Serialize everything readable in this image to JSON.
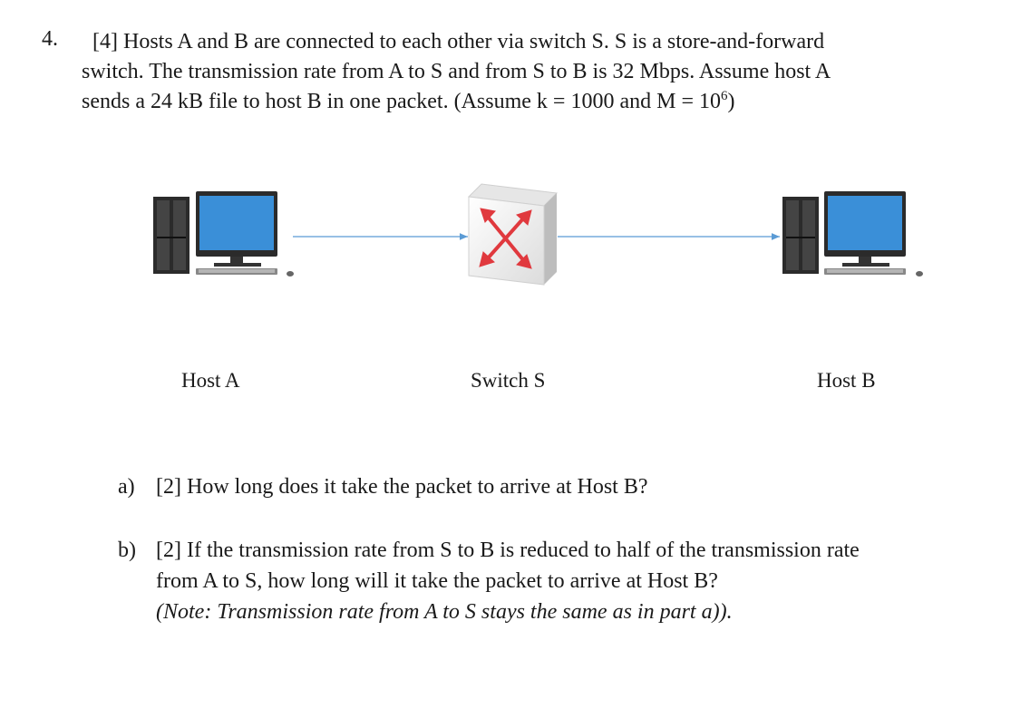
{
  "question": {
    "number": "4.",
    "line1": "[4] Hosts A and B are connected to each other via switch S. S is a store-and-forward",
    "line2": "switch. The transmission rate from A to S and from S to B is 32 Mbps. Assume host A",
    "line3_pre": "sends a 24 kB file to host B in one packet. (Assume k = 1000 and M =  10",
    "line3_sup": "6",
    "line3_post": ")"
  },
  "diagram": {
    "host_a_label": "Host A",
    "switch_label": "Switch S",
    "host_b_label": "Host B",
    "link_color": "#5b9bd5",
    "monitor_screen_color": "#3a8fd8",
    "switch_arrow_color": "#e0393e"
  },
  "parts": {
    "a_marker": "a)",
    "a_text": "[2] How long does it take the packet to arrive at Host B?",
    "b_marker": "b)",
    "b_line1": "[2] If the transmission rate from S to B is reduced to half of the transmission rate",
    "b_line2": "from A to S, how long will it take the packet to arrive at Host B?",
    "b_note": "(Note: Transmission rate from A to S stays the same as in part a))."
  }
}
